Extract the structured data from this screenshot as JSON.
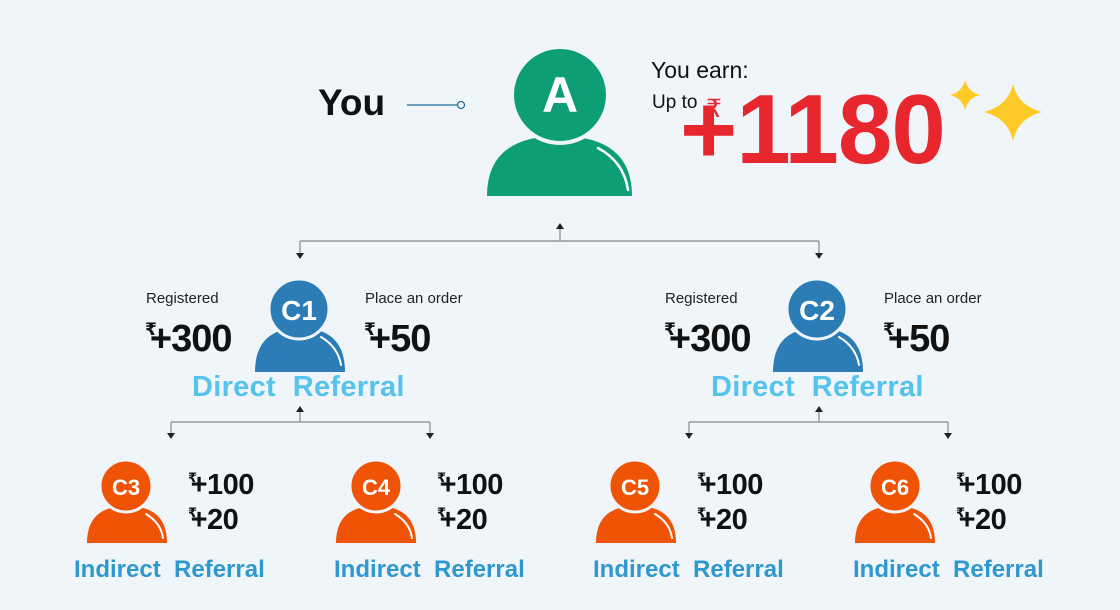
{
  "you_label": "You",
  "earn": {
    "title": "You earn:",
    "up_to": "Up to",
    "currency": "₹",
    "amount": "+1180"
  },
  "root_node": {
    "letter": "A"
  },
  "direct_nodes": [
    {
      "id": "C1",
      "registered_label": "Registered",
      "registered_amount": "+300",
      "order_label": "Place an order",
      "order_amount": "+50",
      "caption": "Direct  Referral"
    },
    {
      "id": "C2",
      "registered_label": "Registered",
      "registered_amount": "+300",
      "order_label": "Place an order",
      "order_amount": "+50",
      "caption": "Direct  Referral"
    }
  ],
  "indirect_nodes": [
    {
      "id": "C3",
      "amount_1": "+100",
      "amount_2": "+20",
      "caption": "Indirect  Referral"
    },
    {
      "id": "C4",
      "amount_1": "+100",
      "amount_2": "+20",
      "caption": "Indirect  Referral"
    },
    {
      "id": "C5",
      "amount_1": "+100",
      "amount_2": "+20",
      "caption": "Indirect  Referral"
    },
    {
      "id": "C6",
      "amount_1": "+100",
      "amount_2": "+20",
      "caption": "Indirect  Referral"
    }
  ],
  "currency_symbol": "₹",
  "colors": {
    "root": "#0d9e77",
    "direct": "#2c7db5",
    "indirect": "#ef5306",
    "accent_red": "#e8262d",
    "direct_caption": "#55c3ec",
    "indirect_caption": "#2e98cf",
    "sparkle": "#ffc928"
  }
}
